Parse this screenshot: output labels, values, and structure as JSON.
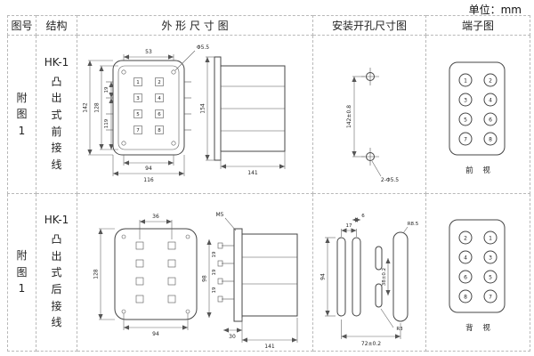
{
  "unit_label": "单位：mm",
  "headers": {
    "fig_no": "图号",
    "structure": "结构",
    "outline": "外 形 尺 寸 图",
    "mounting": "安装开孔尺寸图",
    "terminal": "端子图"
  },
  "rows": [
    {
      "fig_no": "附图1",
      "model": "HK-1",
      "structure_chars": "凸出式前接线",
      "outline": {
        "dim_top": "53",
        "dim_hole": "Φ5.5",
        "dim_h_outer": "142",
        "dim_h_inner": "128",
        "dim_pitch": "19",
        "dim_span": "119",
        "dim_bottom_inner": "94",
        "dim_bottom_outer": "116",
        "dim_side_h": "154",
        "dim_side_d": "141",
        "terminals": [
          "1",
          "2",
          "3",
          "4",
          "5",
          "6",
          "7",
          "8"
        ]
      },
      "mounting": {
        "dim_v": "142±0.8",
        "holes": "2-Φ5.5"
      },
      "terminal": {
        "left": [
          "1",
          "3",
          "5",
          "7"
        ],
        "right": [
          "2",
          "4",
          "6",
          "8"
        ],
        "view": "前 视"
      }
    },
    {
      "fig_no": "附图1",
      "model": "HK-1",
      "structure_chars": "凸出式后接线",
      "outline": {
        "dim_top": "36",
        "dim_h": "128",
        "dim_bottom": "94",
        "thread": "M5",
        "dim_side_h": "98",
        "dim_p1": "19",
        "dim_p2": "19",
        "dim_p3": "19",
        "dim_side_b": "30",
        "dim_side_d": "141"
      },
      "mounting": {
        "dim_top1": "17",
        "dim_top2": "6",
        "r_big": "R8.5",
        "dim_left": "94",
        "dim_mid": "38±0.2",
        "dim_bottom": "72±0.2",
        "r_small": "R3"
      },
      "terminal": {
        "left": [
          "2",
          "4",
          "6",
          "8"
        ],
        "right": [
          "1",
          "3",
          "5",
          "7"
        ],
        "view": "背 视"
      }
    }
  ]
}
